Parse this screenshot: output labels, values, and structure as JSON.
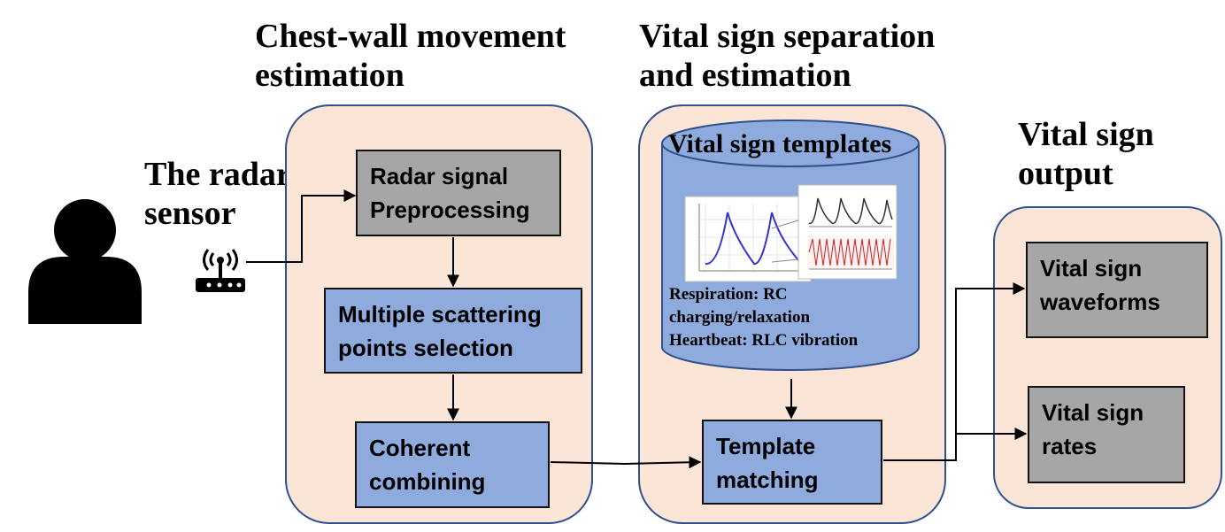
{
  "stages": {
    "radar": "The radar\nsensor",
    "chest": "Chest-wall movement\nestimation",
    "separation": "Vital sign separation\nand estimation",
    "output": "Vital sign\noutput"
  },
  "blocks": {
    "preprocessing": "Radar signal\nPreprocessing",
    "selection": "Multiple scattering\npoints selection",
    "combining": "Coherent\ncombining",
    "matching": "Template\nmatching",
    "waveforms": "Vital sign\nwaveforms",
    "rates": "Vital sign\nrates"
  },
  "templates": {
    "title": "Vital sign templates",
    "respiration": "Respiration: RC",
    "respiration_cont": "charging/relaxation",
    "heartbeat": "Heartbeat: RLC vibration"
  },
  "colors": {
    "panel": "#fbe5d6",
    "panel_border": "#2f4f8f",
    "block_gray": "#a6a6a6",
    "block_blue": "#8faadc",
    "cylinder": "#8faadc",
    "resp_curve": "#3333cc",
    "heart_curve": "#cc2222"
  },
  "icons": {
    "person": "person-silhouette-icon",
    "radar": "wifi-router-icon"
  }
}
